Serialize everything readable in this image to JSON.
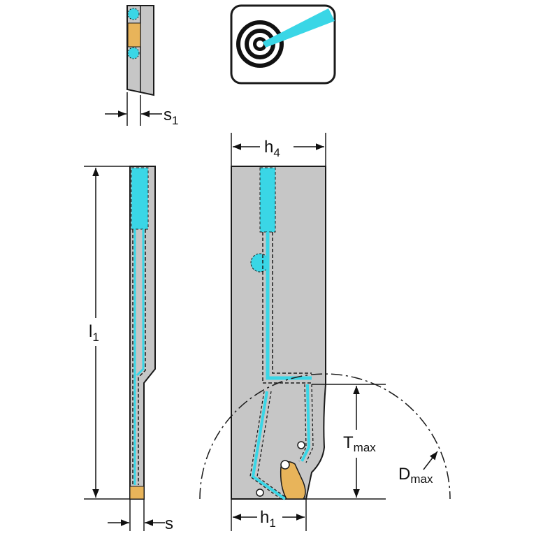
{
  "dimensions": {
    "s1": {
      "main": "s",
      "sub": "1"
    },
    "h4": {
      "main": "h",
      "sub": "4"
    },
    "l1": {
      "main": "l",
      "sub": "1"
    },
    "tmax": {
      "main": "T",
      "sub": "max"
    },
    "dmax": {
      "main": "D",
      "sub": "max"
    },
    "h1": {
      "main": "h",
      "sub": "1"
    },
    "s": {
      "main": "s"
    }
  },
  "colors": {
    "body_fill": "#c6c6c6",
    "outline": "#1a1a1a",
    "coolant": "#3ad6e6",
    "insert": "#e8b45a",
    "target_ring": "#111111",
    "target_beam": "#3ad6e6",
    "background": "#ffffff"
  },
  "icons": {
    "coolant_target": "internal-coolant-target-icon"
  }
}
